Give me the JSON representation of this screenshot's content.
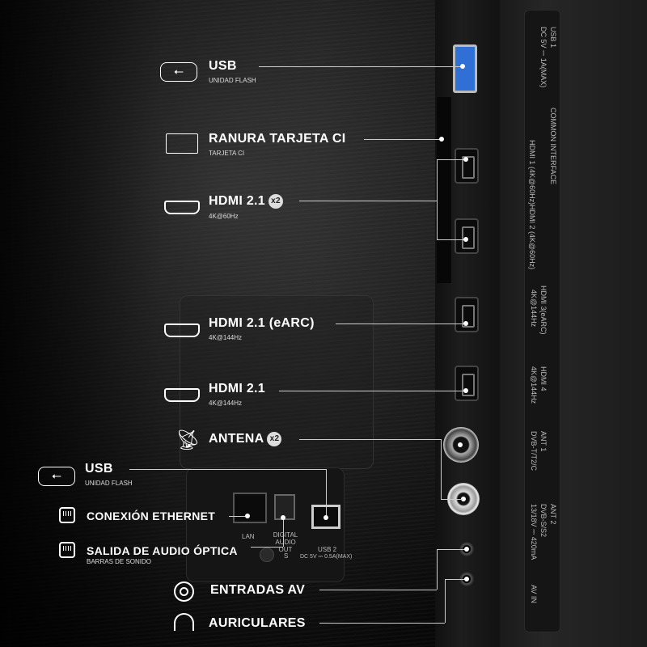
{
  "callouts": {
    "usb_top": {
      "title": "USB",
      "subtitle": "UNIDAD FLASH",
      "icon": "usb-icon"
    },
    "ci_slot": {
      "title": "RANURA TARJETA CI",
      "subtitle": "TARJETA CI",
      "icon": "card-slot-icon"
    },
    "hdmi_60": {
      "title": "HDMI 2.1",
      "badge": "x2",
      "subtitle": "4K@60Hz",
      "icon": "hdmi-icon"
    },
    "hdmi_earc": {
      "title": "HDMI 2.1 (eARC)",
      "subtitle": "4K@144Hz",
      "icon": "hdmi-icon"
    },
    "hdmi_144": {
      "title": "HDMI 2.1",
      "subtitle": "4K@144Hz",
      "icon": "hdmi-icon"
    },
    "antenna": {
      "title": "ANTENA",
      "badge": "x2",
      "icon": "antenna-icon"
    },
    "usb_bottom": {
      "title": "USB",
      "subtitle": "UNIDAD FLASH",
      "icon": "usb-icon"
    },
    "ethernet": {
      "title": "CONEXIÓN ETHERNET",
      "icon": "ethernet-icon"
    },
    "optical": {
      "title": "SALIDA DE AUDIO ÓPTICA",
      "subtitle": "BARRAS DE SONIDO",
      "icon": "ethernet-icon"
    },
    "av": {
      "title": "ENTRADAS AV",
      "icon": "av-icon"
    },
    "headphones": {
      "title": "AURICULARES",
      "icon": "headphones-icon"
    }
  },
  "rear_panel": {
    "lan": "LAN",
    "optical": "DIGITAL AUDIO OUT",
    "usb2": "USB 2",
    "usb2_power": "DC 5V ⎓ 0.5A(MAX)",
    "s": "S"
  },
  "side_labels": {
    "usb1": "USB 1",
    "usb1_power": "DC 5V ⎓ 1A(MAX)",
    "ci": "COMMON INTERFACE",
    "hdmi1": "HDMI 1 (4K@60Hz)",
    "hdmi2": "HDMI 2 (4K@60Hz)",
    "hdmi3": "HDMI 3(eARC)",
    "hdmi3_spec": "4K@144Hz",
    "hdmi4": "HDMI 4",
    "hdmi4_spec": "4K@144Hz",
    "ant1": "ANT 1",
    "ant1_spec": "DVB-T/T2/C",
    "ant2": "ANT 2",
    "ant2_spec": "DVB-S/S2",
    "ant2_power": "13/18V ⎓ 420mA",
    "av_in": "AV IN"
  },
  "colors": {
    "usb_port": "#2f6fd6",
    "background": "#000000",
    "text": "#ffffff"
  }
}
